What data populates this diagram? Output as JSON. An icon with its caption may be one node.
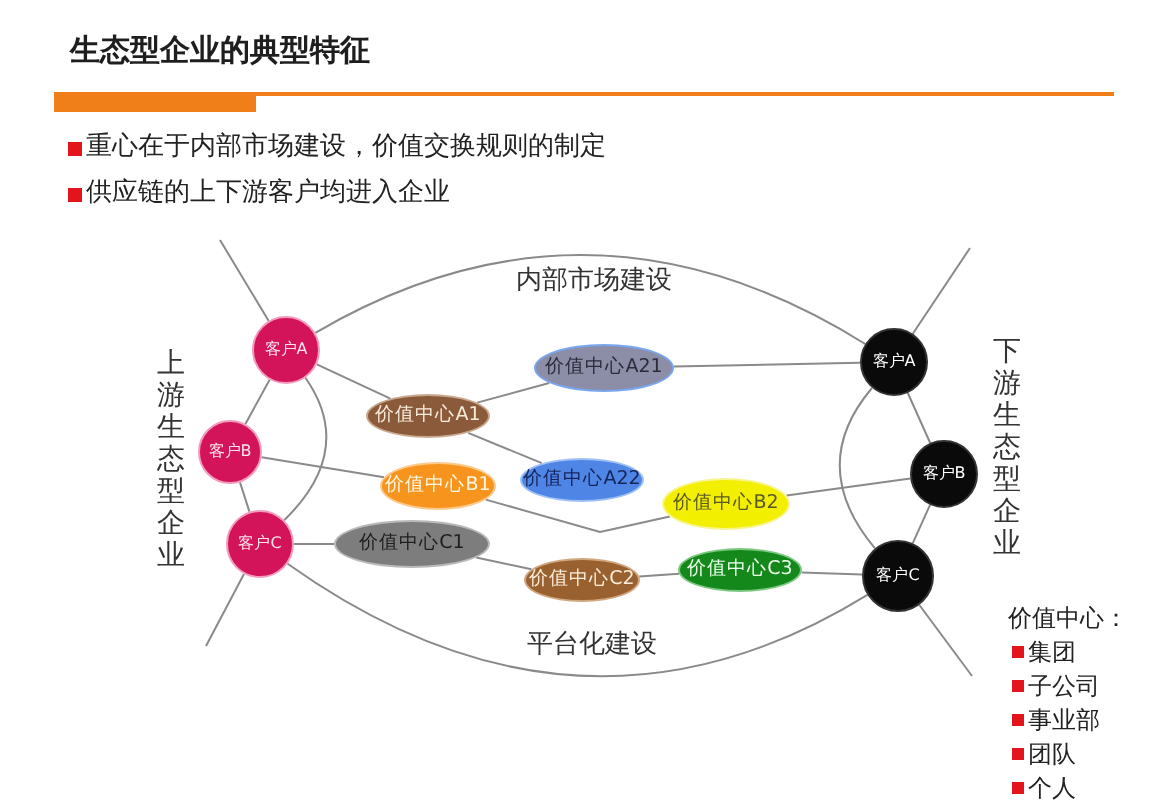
{
  "diagram": {
    "title": "生态型企业的典型特征",
    "nodes": [
      {
        "text": [
          "客户A"
        ]
      },
      {
        "text": [
          "价值中心A1"
        ]
      },
      {
        "text": [
          "价值中心A21"
        ]
      },
      {
        "text": [
          "价值中心A22"
        ]
      },
      {
        "text": [
          "客户A"
        ]
      },
      {
        "text": [
          "客户B"
        ]
      },
      {
        "text": [
          "价值中心B1"
        ]
      },
      {
        "text": [
          "价值中心B2"
        ]
      },
      {
        "text": [
          "客户B"
        ]
      },
      {
        "text": [
          "客户C"
        ]
      },
      {
        "text": [
          "价值中心C1"
        ]
      },
      {
        "text": [
          "价值中心C2"
        ]
      },
      {
        "text": [
          "价值中心C3"
        ]
      },
      {
        "text": [
          "客户C"
        ]
      }
    ],
    "edges": [
      {
        "from": null,
        "to": 0,
        "arrow": "none"
      },
      {
        "from": 0,
        "to": 5,
        "arrow": "none"
      },
      {
        "from": 5,
        "to": 9,
        "arrow": "none"
      },
      {
        "from": 9,
        "to": null,
        "arrow": "none"
      },
      {
        "from": null,
        "to": 4,
        "arrow": "none"
      },
      {
        "from": 4,
        "to": 8,
        "arrow": "none"
      },
      {
        "from": 8,
        "to": 13,
        "arrow": "none"
      },
      {
        "from": 13,
        "to": null,
        "arrow": "none"
      },
      {
        "from": 0,
        "to": 4,
        "arrow": "none",
        "label": "内部市场建设"
      },
      {
        "from": 9,
        "to": 13,
        "arrow": "none",
        "label": "平台化建设"
      },
      {
        "from": 0,
        "to": 9,
        "arrow": "none"
      },
      {
        "from": 4,
        "to": 13,
        "arrow": "none"
      },
      {
        "from": 0,
        "to": 1,
        "arrow": "none"
      },
      {
        "from": 1,
        "to": 2,
        "arrow": "none"
      },
      {
        "from": 1,
        "to": 3,
        "arrow": "none"
      },
      {
        "from": 2,
        "to": 4,
        "arrow": "none"
      },
      {
        "from": 5,
        "to": 6,
        "arrow": "none"
      },
      {
        "from": 6,
        "to": 7,
        "arrow": "none"
      },
      {
        "from": 7,
        "to": 8,
        "arrow": "none"
      },
      {
        "from": 9,
        "to": 10,
        "arrow": "none"
      },
      {
        "from": 10,
        "to": 11,
        "arrow": "none"
      },
      {
        "from": 11,
        "to": 12,
        "arrow": "none"
      },
      {
        "from": 12,
        "to": 13,
        "arrow": "none"
      }
    ],
    "labels": [
      "重心在于内部市场建设，价值交换规则的制定",
      "供应链的上下游客户均进入企业",
      "上游生态型企业",
      "下游生态型企业",
      "价值中心：",
      "集团",
      "子公司",
      "事业部",
      "团队",
      "个人"
    ]
  }
}
